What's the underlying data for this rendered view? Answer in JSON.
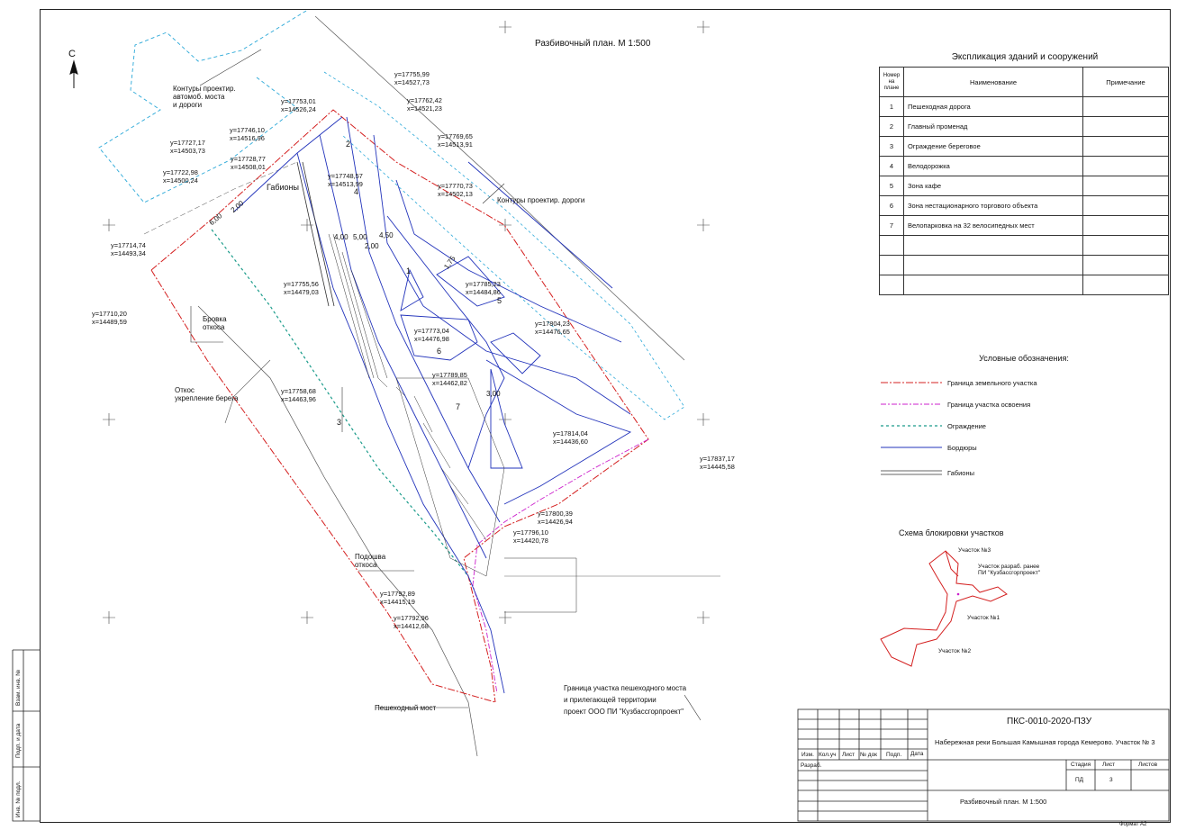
{
  "drawing": {
    "title": "Разбивочный план. М 1:500",
    "north": "С",
    "labels": {
      "bridge_contours": "Контуры проектир.\nавтомоб. моста\nи дороги",
      "gabions": "Габионы",
      "road_contours": "Контуры проектир. дороги",
      "brow": "Бровка\nоткоса",
      "slope": "Откос\nукрепление берега",
      "toe": "Подошва\nоткоса",
      "footbridge": "Пешеходный мост",
      "footbridge_boundary": "Граница участка пешеходного моста\nи прилегающей территории\nпроект ООО ПИ \"Кузбассгорпроект\""
    },
    "points": [
      {
        "y": "y=17755,99",
        "x": "x=14527,73"
      },
      {
        "y": "y=17762,42",
        "x": "x=14521,23"
      },
      {
        "y": "y=17753,01",
        "x": "x=14526,24"
      },
      {
        "y": "y=17769,65",
        "x": "x=14513,91"
      },
      {
        "y": "y=17746,10",
        "x": "x=14516,96"
      },
      {
        "y": "y=17727,17",
        "x": "x=14503,73"
      },
      {
        "y": "y=17728,77",
        "x": "x=14508,01"
      },
      {
        "y": "y=17722,98",
        "x": "x=14500,24"
      },
      {
        "y": "y=17748,57",
        "x": "x=14513,99"
      },
      {
        "y": "y=17770,73",
        "x": "x=14502,13"
      },
      {
        "y": "y=17714,74",
        "x": "x=14493,34"
      },
      {
        "y": "y=17785,23",
        "x": "x=14484,86"
      },
      {
        "y": "y=17755,56",
        "x": "x=14479,03"
      },
      {
        "y": "y=17710,20",
        "x": "x=14489,59"
      },
      {
        "y": "y=17804,23",
        "x": "x=14476,65"
      },
      {
        "y": "y=17773,04",
        "x": "x=14476,98"
      },
      {
        "y": "y=17789,85",
        "x": "x=14462,82"
      },
      {
        "y": "y=17758,68",
        "x": "x=14463,96"
      },
      {
        "y": "y=17814,04",
        "x": "x=14436,60"
      },
      {
        "y": "y=17837,17",
        "x": "x=14445,58"
      },
      {
        "y": "y=17800,39",
        "x": "x=14426,94"
      },
      {
        "y": "y=17796,10",
        "x": "x=14420,78"
      },
      {
        "y": "y=17792,89",
        "x": "x=14415,19"
      },
      {
        "y": "y=17792,96",
        "x": "x=14412,68"
      }
    ],
    "zones": [
      "1",
      "2",
      "3",
      "4",
      "5",
      "6",
      "7"
    ],
    "dims": [
      "6,00",
      "2,00",
      "4,00",
      "5,00",
      "2,00",
      "4,50",
      "1,75",
      "3,00"
    ]
  },
  "explication": {
    "title": "Экспликация зданий и сооружений",
    "headers": {
      "num": "Номер на плане",
      "name": "Наименование",
      "note": "Примечание"
    },
    "rows": [
      {
        "n": "1",
        "name": "Пешеходная дорога"
      },
      {
        "n": "2",
        "name": "Главный променад"
      },
      {
        "n": "3",
        "name": "Ограждение береговое"
      },
      {
        "n": "4",
        "name": "Велодорожка"
      },
      {
        "n": "5",
        "name": "Зона кафе"
      },
      {
        "n": "6",
        "name": "Зона нестационарного торгового объекта"
      },
      {
        "n": "7",
        "name": "Велопарковка на 32 велосипедных мест"
      }
    ]
  },
  "legend": {
    "title": "Условные обозначения:",
    "items": [
      {
        "label": "Граница земельного участка",
        "color": "#d42020"
      },
      {
        "label": "Граница участка освоения",
        "color": "#cc22cc"
      },
      {
        "label": "Ограждение",
        "color": "#1a9b8a"
      },
      {
        "label": "Бордюры",
        "color": "#2233bb"
      },
      {
        "label": "Габионы",
        "color": "#333333"
      }
    ]
  },
  "scheme": {
    "title": "Схема блокировки участков",
    "labels": {
      "plot3": "Участок №3",
      "dev": "Участок разраб. ранее",
      "dev2": "ПИ \"Кузбассгорпроект\"",
      "plot1": "Участок №1",
      "plot2": "Участок №2"
    }
  },
  "titleblock": {
    "code": "ПКС-0010-2020-ПЗУ",
    "project": "Набережная реки Большая Камышная города Кемерово. Участок № 3",
    "sheet_title": "Разбивочный план. М 1:500",
    "cols": [
      "Изм.",
      "Кол.уч",
      "Лист",
      "№ док",
      "Подп.",
      "Дата"
    ],
    "developer": "Разраб.",
    "stage_h": "Стадия",
    "sheet_h": "Лист",
    "sheets_h": "Листов",
    "stage": "ПД",
    "sheet": "3",
    "sheets": ""
  },
  "side": {
    "a": "Взам. инв. №",
    "b": "Подп. и дата",
    "c": "Инв. № подл."
  },
  "format": "Формат А2"
}
